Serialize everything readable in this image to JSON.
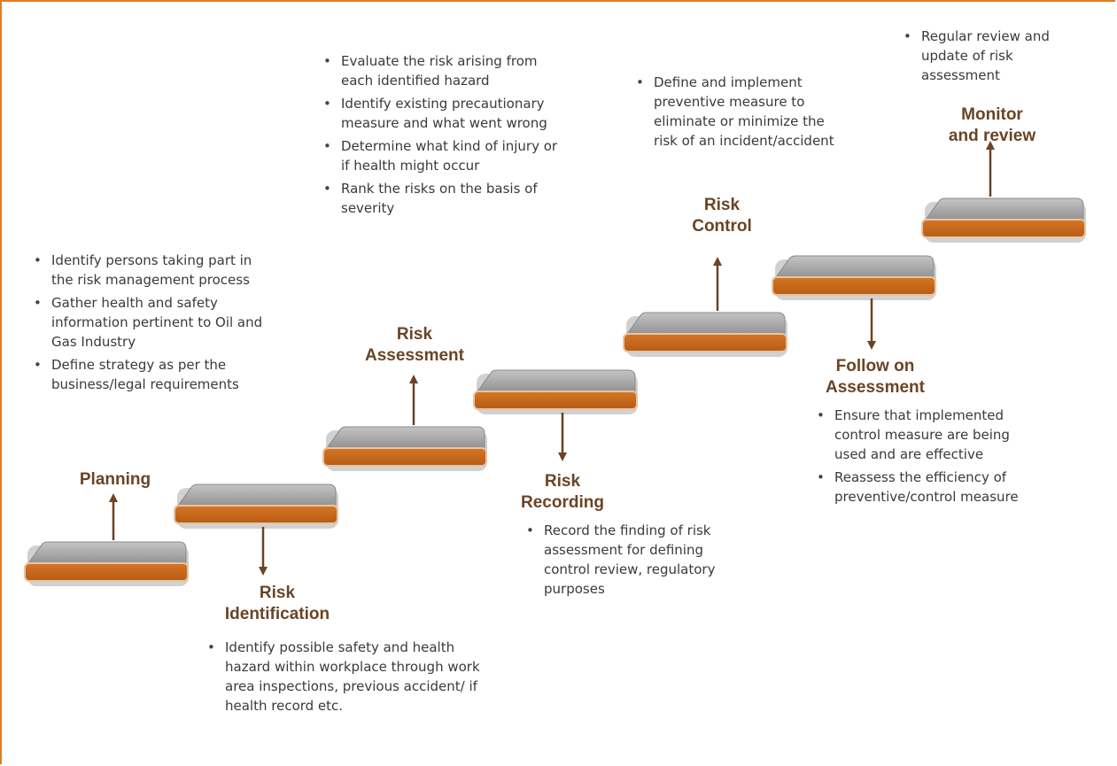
{
  "colors": {
    "frame": "#e07c1f",
    "step_top": "#a9a9a9",
    "step_band": "#c8691c",
    "arrow": "#6a4425",
    "title": "#6a4425"
  },
  "stages": [
    {
      "id": "planning",
      "title": "Planning",
      "bullets": [
        "Identify persons taking part in the risk management process",
        "Gather health and safety information pertinent to Oil and Gas Industry",
        "Define strategy as per the business/legal requirements"
      ]
    },
    {
      "id": "risk-identification",
      "title_line1": "Risk",
      "title_line2": "Identification",
      "bullets": [
        "Identify possible safety and health hazard within workplace through work area inspections, previous accident/ if health record etc."
      ]
    },
    {
      "id": "risk-assessment",
      "title_line1": "Risk",
      "title_line2": "Assessment",
      "bullets": [
        "Evaluate the risk arising from each identified hazard",
        "Identify existing precautionary measure and what went wrong",
        "Determine what kind of injury or if health might occur",
        "Rank the risks on the basis of severity"
      ]
    },
    {
      "id": "risk-recording",
      "title_line1": "Risk",
      "title_line2": "Recording",
      "bullets": [
        "Record the finding of risk assessment for defining control review, regulatory purposes"
      ]
    },
    {
      "id": "risk-control",
      "title_line1": "Risk",
      "title_line2": "Control",
      "bullets": [
        "Define and implement preventive measure to eliminate or minimize the risk of an incident/accident"
      ]
    },
    {
      "id": "follow-on-assessment",
      "title_line1": "Follow on",
      "title_line2": "Assessment",
      "bullets": [
        "Ensure that implemented control measure are being used and are effective",
        "Reassess the efficiency of preventive/control measure"
      ]
    },
    {
      "id": "monitor-review",
      "title_line1": "Monitor",
      "title_line2": "and review",
      "bullets": [
        "Regular review and update of risk assessment"
      ]
    }
  ]
}
